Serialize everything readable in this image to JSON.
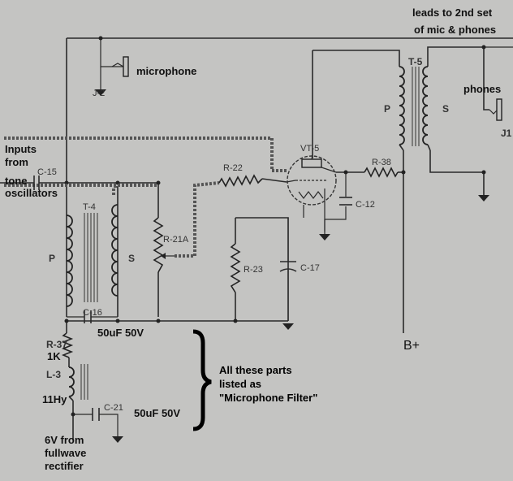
{
  "annotations": {
    "leads_line1": "leads to 2nd set",
    "leads_line2": "of mic & phones",
    "microphone": "microphone",
    "phones": "phones",
    "inputs_line1": "Inputs",
    "inputs_line2": "from",
    "inputs_line3": "tone",
    "inputs_line4": "oscillators",
    "cap16_value": "50uF 50V",
    "r37_value": "1K",
    "l3_value": "11Hy",
    "cap21_value": "50uF 50V",
    "source_line1": "6V from",
    "source_line2": "fullwave",
    "source_line3": "rectifier",
    "bplus": "B+",
    "group_line1": "All these parts",
    "group_line2": "listed as",
    "group_line3": "\"Microphone Filter\""
  },
  "components": {
    "j2": "J-2",
    "j1": "J1",
    "t5": "T-5",
    "t5_p": "P",
    "t5_s": "S",
    "vt5": "VT-5",
    "r38": "R-38",
    "c12": "C-12",
    "c15": "C-15",
    "r22": "R-22",
    "t4": "T-4",
    "t4_p": "P",
    "t4_s": "S",
    "r21a": "R-21A",
    "r23": "R-23",
    "c17": "C-17",
    "c16": "C-16",
    "r37": "R-37",
    "l3": "L-3",
    "c21": "C-21"
  }
}
